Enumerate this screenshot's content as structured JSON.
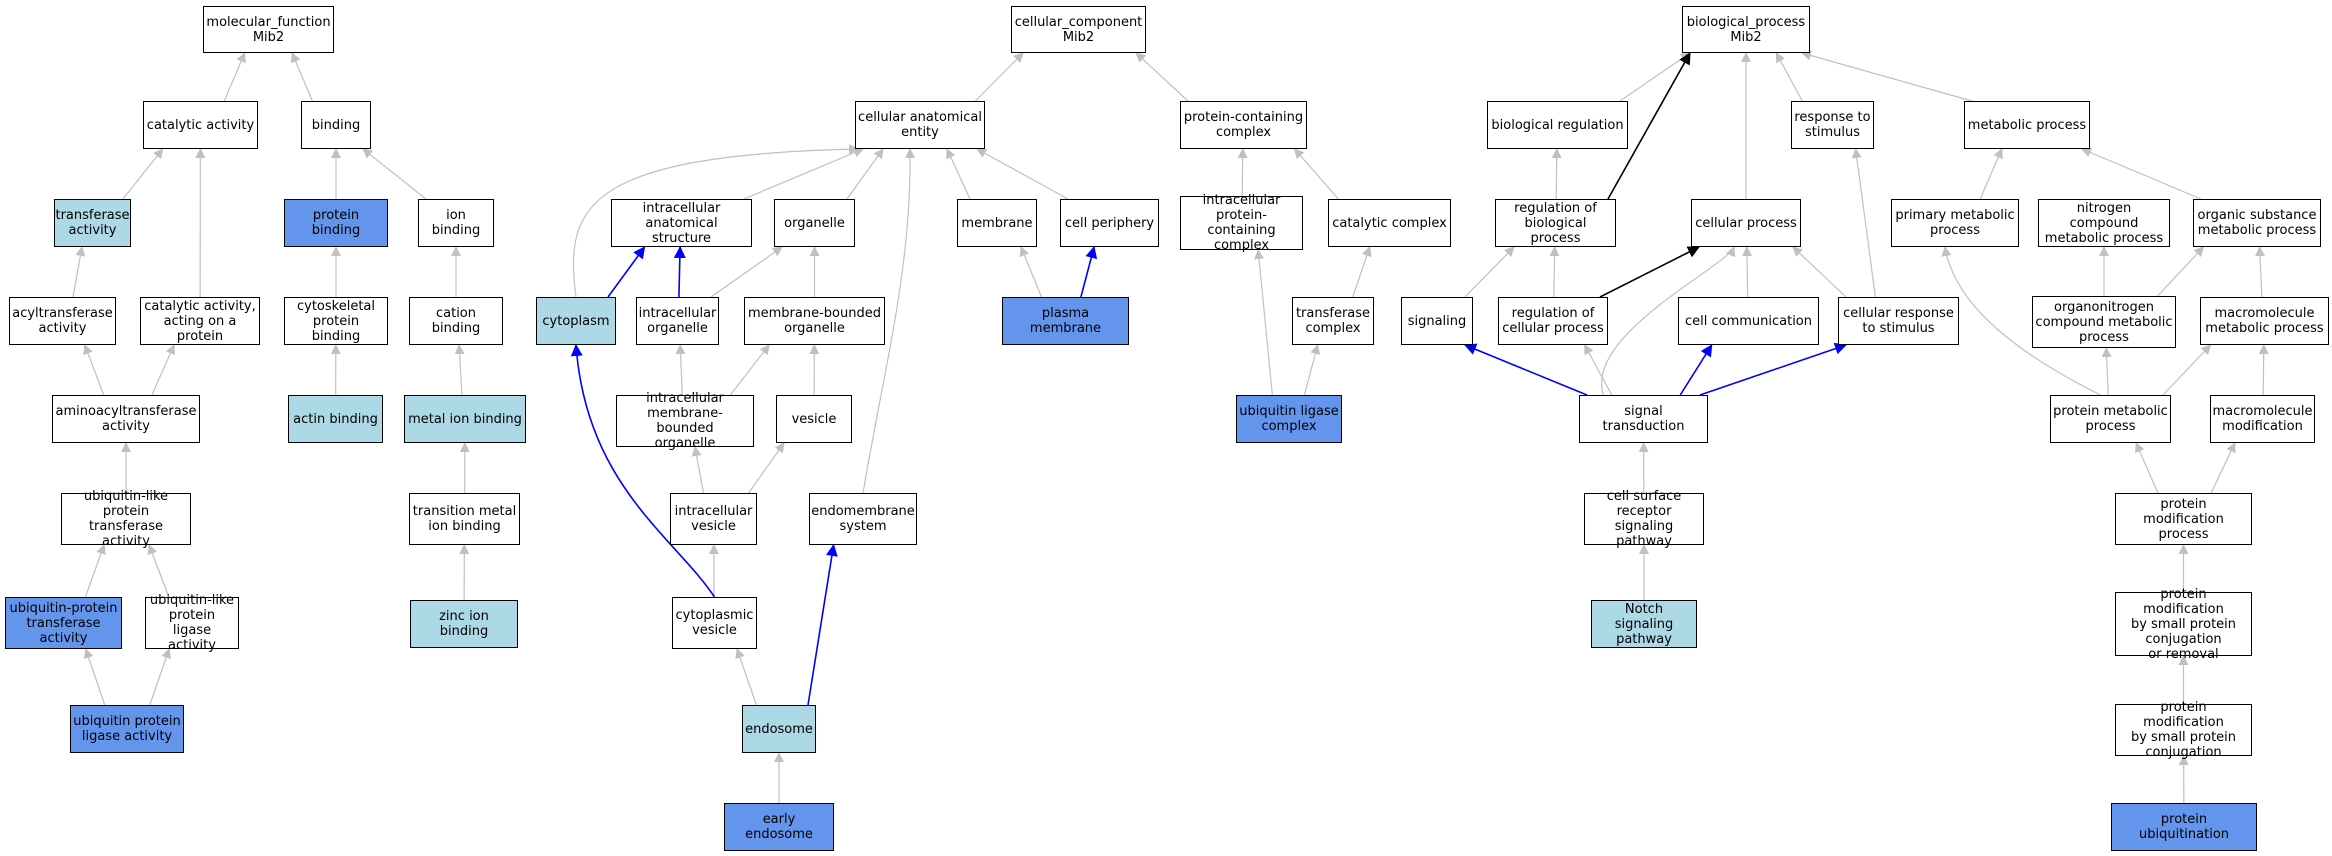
{
  "colors": {
    "light": "#add8e6",
    "dark": "#6495ed",
    "edge_gray": "#c0c0c0",
    "edge_blue": "#0000ff",
    "edge_black": "#000000"
  },
  "nodes": {
    "mf_root": "molecular_function\nMib2",
    "catalytic_activity": "catalytic activity",
    "binding": "binding",
    "transferase_activity": "transferase\nactivity",
    "protein_binding": "protein binding",
    "ion_binding": "ion binding",
    "acyltransferase_activity": "acyltransferase\nactivity",
    "catalytic_activity_protein": "catalytic activity,\nacting on a\nprotein",
    "cytoskeletal_protein_binding": "cytoskeletal\nprotein binding",
    "cation_binding": "cation binding",
    "aminoacyltransferase_activity": "aminoacyltransferase\nactivity",
    "actin_binding": "actin binding",
    "metal_ion_binding": "metal ion binding",
    "ubl_transferase": "ubiquitin-like\nprotein transferase\nactivity",
    "transition_metal_ion_binding": "transition metal\nion binding",
    "ub_protein_transferase": "ubiquitin-protein\ntransferase\nactivity",
    "ubl_ligase": "ubiquitin-like\nprotein ligase\nactivity",
    "zinc_ion_binding": "zinc ion binding",
    "ub_protein_ligase": "ubiquitin protein\nligase activity",
    "cc_root": "cellular_component\nMib2",
    "cellular_anatomical_entity": "cellular anatomical\nentity",
    "protein_containing_complex": "protein-containing\ncomplex",
    "intracellular_anatomical_structure": "intracellular\nanatomical structure",
    "organelle": "organelle",
    "membrane": "membrane",
    "cell_periphery": "cell periphery",
    "intracellular_pc_complex": "intracellular\nprotein-containing\ncomplex",
    "catalytic_complex": "catalytic complex",
    "cytoplasm": "cytoplasm",
    "intracellular_organelle": "intracellular\norganelle",
    "membrane_bounded_organelle": "membrane-bounded\norganelle",
    "plasma_membrane": "plasma membrane",
    "transferase_complex": "transferase\ncomplex",
    "intracellular_mb_organelle": "intracellular\nmembrane-bounded\norganelle",
    "vesicle": "vesicle",
    "ubiquitin_ligase_complex": "ubiquitin ligase\ncomplex",
    "intracellular_vesicle": "intracellular\nvesicle",
    "endomembrane_system": "endomembrane\nsystem",
    "cytoplasmic_vesicle": "cytoplasmic\nvesicle",
    "endosome": "endosome",
    "early_endosome": "early endosome",
    "bp_root": "biological_process\nMib2",
    "biological_regulation": "biological regulation",
    "response_to_stimulus": "response to\nstimulus",
    "metabolic_process": "metabolic process",
    "regulation_of_biological_process": "regulation of\nbiological process",
    "cellular_process": "cellular process",
    "primary_metabolic_process": "primary metabolic\nprocess",
    "nitrogen_compound_metabolic_process": "nitrogen compound\nmetabolic process",
    "organic_substance_metabolic_process": "organic substance\nmetabolic process",
    "signaling": "signaling",
    "regulation_of_cellular_process": "regulation of\ncellular process",
    "cell_communication": "cell communication",
    "cellular_response_to_stimulus": "cellular response\nto stimulus",
    "organonitrogen_compound_metabolic_process": "organonitrogen\ncompound metabolic\nprocess",
    "macromolecule_metabolic_process": "macromolecule\nmetabolic process",
    "signal_transduction": "signal transduction",
    "protein_metabolic_process": "protein metabolic\nprocess",
    "macromolecule_modification": "macromolecule\nmodification",
    "cell_surface_receptor_signaling_pathway": "cell surface\nreceptor signaling\npathway",
    "protein_modification_process": "protein modification\nprocess",
    "notch_signaling_pathway": "Notch signaling\npathway",
    "pm_small_protein_conj_or_removal": "protein modification\nby small protein\nconjugation\nor removal",
    "pm_small_protein_conj": "protein modification\nby small protein\nconjugation",
    "protein_ubiquitination": "protein ubiquitination"
  },
  "node_fill": {
    "transferase_activity": "light",
    "protein_binding": "dark",
    "actin_binding": "light",
    "metal_ion_binding": "light",
    "ub_protein_transferase": "dark",
    "zinc_ion_binding": "light",
    "ub_protein_ligase": "dark",
    "cytoplasm": "light",
    "plasma_membrane": "dark",
    "ubiquitin_ligase_complex": "dark",
    "endosome": "light",
    "early_endosome": "dark",
    "notch_signaling_pathway": "light",
    "protein_ubiquitination": "dark"
  },
  "edges": [
    {
      "from": "catalytic_activity",
      "to": "mf_root",
      "color": "gray"
    },
    {
      "from": "binding",
      "to": "mf_root",
      "color": "gray"
    },
    {
      "from": "transferase_activity",
      "to": "catalytic_activity",
      "color": "gray"
    },
    {
      "from": "catalytic_activity_protein",
      "to": "catalytic_activity",
      "color": "gray"
    },
    {
      "from": "protein_binding",
      "to": "binding",
      "color": "gray"
    },
    {
      "from": "ion_binding",
      "to": "binding",
      "color": "gray"
    },
    {
      "from": "acyltransferase_activity",
      "to": "transferase_activity",
      "color": "gray"
    },
    {
      "from": "cytoskeletal_protein_binding",
      "to": "protein_binding",
      "color": "gray"
    },
    {
      "from": "cation_binding",
      "to": "ion_binding",
      "color": "gray"
    },
    {
      "from": "aminoacyltransferase_activity",
      "to": "acyltransferase_activity",
      "color": "gray"
    },
    {
      "from": "aminoacyltransferase_activity",
      "to": "catalytic_activity_protein",
      "color": "gray"
    },
    {
      "from": "actin_binding",
      "to": "cytoskeletal_protein_binding",
      "color": "gray"
    },
    {
      "from": "metal_ion_binding",
      "to": "cation_binding",
      "color": "gray"
    },
    {
      "from": "ubl_transferase",
      "to": "aminoacyltransferase_activity",
      "color": "gray"
    },
    {
      "from": "transition_metal_ion_binding",
      "to": "metal_ion_binding",
      "color": "gray"
    },
    {
      "from": "ub_protein_transferase",
      "to": "ubl_transferase",
      "color": "gray"
    },
    {
      "from": "ubl_ligase",
      "to": "ubl_transferase",
      "color": "gray"
    },
    {
      "from": "zinc_ion_binding",
      "to": "transition_metal_ion_binding",
      "color": "gray"
    },
    {
      "from": "ub_protein_ligase",
      "to": "ub_protein_transferase",
      "color": "gray"
    },
    {
      "from": "ub_protein_ligase",
      "to": "ubl_ligase",
      "color": "gray"
    },
    {
      "from": "cellular_anatomical_entity",
      "to": "cc_root",
      "color": "gray"
    },
    {
      "from": "protein_containing_complex",
      "to": "cc_root",
      "color": "gray"
    },
    {
      "from": "intracellular_anatomical_structure",
      "to": "cellular_anatomical_entity",
      "color": "gray"
    },
    {
      "from": "organelle",
      "to": "cellular_anatomical_entity",
      "color": "gray"
    },
    {
      "from": "membrane",
      "to": "cellular_anatomical_entity",
      "color": "gray"
    },
    {
      "from": "cell_periphery",
      "to": "cellular_anatomical_entity",
      "color": "gray"
    },
    {
      "from": "cytoplasm",
      "to": "cellular_anatomical_entity",
      "color": "gray",
      "curve": 1
    },
    {
      "from": "endomembrane_system",
      "to": "cellular_anatomical_entity",
      "color": "gray",
      "curve": 2
    },
    {
      "from": "intracellular_pc_complex",
      "to": "protein_containing_complex",
      "color": "gray"
    },
    {
      "from": "catalytic_complex",
      "to": "protein_containing_complex",
      "color": "gray"
    },
    {
      "from": "cytoplasm",
      "to": "intracellular_anatomical_structure",
      "color": "blue"
    },
    {
      "from": "intracellular_organelle",
      "to": "intracellular_anatomical_structure",
      "color": "blue"
    },
    {
      "from": "intracellular_organelle",
      "to": "organelle",
      "color": "gray"
    },
    {
      "from": "membrane_bounded_organelle",
      "to": "organelle",
      "color": "gray"
    },
    {
      "from": "plasma_membrane",
      "to": "membrane",
      "color": "gray"
    },
    {
      "from": "plasma_membrane",
      "to": "cell_periphery",
      "color": "blue"
    },
    {
      "from": "ubiquitin_ligase_complex",
      "to": "intracellular_pc_complex",
      "color": "gray"
    },
    {
      "from": "transferase_complex",
      "to": "catalytic_complex",
      "color": "gray"
    },
    {
      "from": "ubiquitin_ligase_complex",
      "to": "transferase_complex",
      "color": "gray"
    },
    {
      "from": "intracellular_mb_organelle",
      "to": "intracellular_organelle",
      "color": "gray"
    },
    {
      "from": "intracellular_mb_organelle",
      "to": "membrane_bounded_organelle",
      "color": "gray"
    },
    {
      "from": "vesicle",
      "to": "membrane_bounded_organelle",
      "color": "gray"
    },
    {
      "from": "intracellular_vesicle",
      "to": "intracellular_mb_organelle",
      "color": "gray"
    },
    {
      "from": "intracellular_vesicle",
      "to": "vesicle",
      "color": "gray"
    },
    {
      "from": "cytoplasmic_vesicle",
      "to": "intracellular_vesicle",
      "color": "gray"
    },
    {
      "from": "cytoplasmic_vesicle",
      "to": "cytoplasm",
      "color": "blue",
      "curve": 3
    },
    {
      "from": "endosome",
      "to": "cytoplasmic_vesicle",
      "color": "gray"
    },
    {
      "from": "endosome",
      "to": "endomembrane_system",
      "color": "blue"
    },
    {
      "from": "early_endosome",
      "to": "endosome",
      "color": "gray"
    },
    {
      "from": "biological_regulation",
      "to": "bp_root",
      "color": "gray"
    },
    {
      "from": "cellular_process",
      "to": "bp_root",
      "color": "gray"
    },
    {
      "from": "response_to_stimulus",
      "to": "bp_root",
      "color": "gray"
    },
    {
      "from": "metabolic_process",
      "to": "bp_root",
      "color": "gray"
    },
    {
      "from": "regulation_of_biological_process",
      "to": "bp_root",
      "color": "black"
    },
    {
      "from": "regulation_of_biological_process",
      "to": "biological_regulation",
      "color": "gray"
    },
    {
      "from": "cellular_response_to_stimulus",
      "to": "response_to_stimulus",
      "color": "gray"
    },
    {
      "from": "primary_metabolic_process",
      "to": "metabolic_process",
      "color": "gray"
    },
    {
      "from": "organic_substance_metabolic_process",
      "to": "metabolic_process",
      "color": "gray"
    },
    {
      "from": "signaling",
      "to": "regulation_of_biological_process",
      "color": "gray"
    },
    {
      "from": "regulation_of_cellular_process",
      "to": "regulation_of_biological_process",
      "color": "gray"
    },
    {
      "from": "regulation_of_cellular_process",
      "to": "cellular_process",
      "color": "black"
    },
    {
      "from": "cell_communication",
      "to": "cellular_process",
      "color": "gray"
    },
    {
      "from": "cellular_response_to_stimulus",
      "to": "cellular_process",
      "color": "gray"
    },
    {
      "from": "signal_transduction",
      "to": "cellular_process",
      "color": "gray",
      "curve": 4
    },
    {
      "from": "organonitrogen_compound_metabolic_process",
      "to": "nitrogen_compound_metabolic_process",
      "color": "gray"
    },
    {
      "from": "organonitrogen_compound_metabolic_process",
      "to": "organic_substance_metabolic_process",
      "color": "gray"
    },
    {
      "from": "macromolecule_metabolic_process",
      "to": "organic_substance_metabolic_process",
      "color": "gray"
    },
    {
      "from": "signal_transduction",
      "to": "signaling",
      "color": "blue"
    },
    {
      "from": "signal_transduction",
      "to": "regulation_of_cellular_process",
      "color": "gray"
    },
    {
      "from": "signal_transduction",
      "to": "cell_communication",
      "color": "blue"
    },
    {
      "from": "signal_transduction",
      "to": "cellular_response_to_stimulus",
      "color": "blue"
    },
    {
      "from": "protein_metabolic_process",
      "to": "primary_metabolic_process",
      "color": "gray",
      "curve": 5
    },
    {
      "from": "protein_metabolic_process",
      "to": "organonitrogen_compound_metabolic_process",
      "color": "gray"
    },
    {
      "from": "protein_metabolic_process",
      "to": "macromolecule_metabolic_process",
      "color": "gray"
    },
    {
      "from": "macromolecule_modification",
      "to": "macromolecule_metabolic_process",
      "color": "gray"
    },
    {
      "from": "cell_surface_receptor_signaling_pathway",
      "to": "signal_transduction",
      "color": "gray"
    },
    {
      "from": "protein_modification_process",
      "to": "protein_metabolic_process",
      "color": "gray"
    },
    {
      "from": "protein_modification_process",
      "to": "macromolecule_modification",
      "color": "gray"
    },
    {
      "from": "notch_signaling_pathway",
      "to": "cell_surface_receptor_signaling_pathway",
      "color": "gray"
    },
    {
      "from": "pm_small_protein_conj_or_removal",
      "to": "protein_modification_process",
      "color": "gray"
    },
    {
      "from": "pm_small_protein_conj",
      "to": "pm_small_protein_conj_or_removal",
      "color": "gray"
    },
    {
      "from": "protein_ubiquitination",
      "to": "pm_small_protein_conj",
      "color": "gray"
    }
  ]
}
